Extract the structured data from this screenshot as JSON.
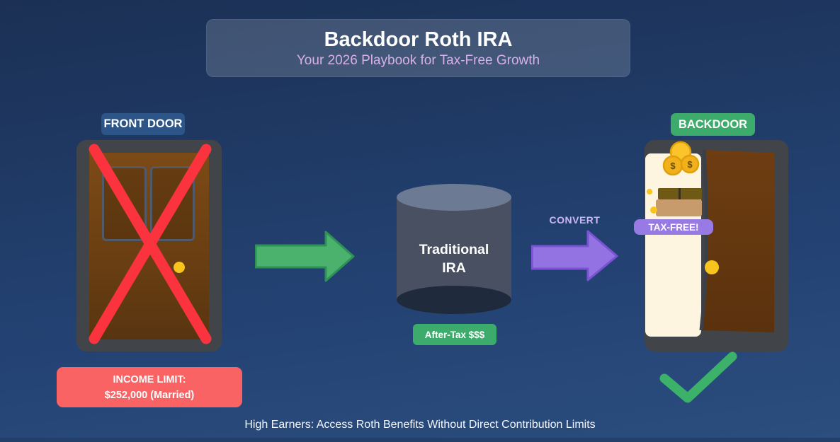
{
  "header": {
    "title": "Backdoor Roth IRA",
    "subtitle": "Your 2026 Playbook for Tax-Free Growth"
  },
  "front_door": {
    "label": "FRONT DOOR",
    "income_limit": {
      "line1": "INCOME LIMIT:",
      "line2": "$252,000 (Married)"
    }
  },
  "ira_cylinder": {
    "name_line1": "Traditional",
    "name_line2": "IRA",
    "badge": "After-Tax $$$"
  },
  "convert": {
    "label": "CONVERT"
  },
  "backdoor": {
    "label": "BACKDOOR",
    "badge": "TAX-FREE!",
    "coin_symbol": "$"
  },
  "footer": {
    "caption": "High Earners: Access Roth Benefits Without Direct Contribution Limits"
  },
  "colors": {
    "background_top": "#1b3054",
    "background_bottom": "#2b4e7e",
    "blocked_red": "#fb333f",
    "income_badge_red": "#f96363",
    "success_green": "#3cab6b",
    "arrow_green": "#4bb26d",
    "convert_purple": "#9372e1",
    "tax_free_purple": "#977ae3",
    "coin_gold": "#f2b01b",
    "door_brown": "#7c4a16",
    "front_label_blue": "#2d5587",
    "doorway_light": "#fdf5df"
  }
}
